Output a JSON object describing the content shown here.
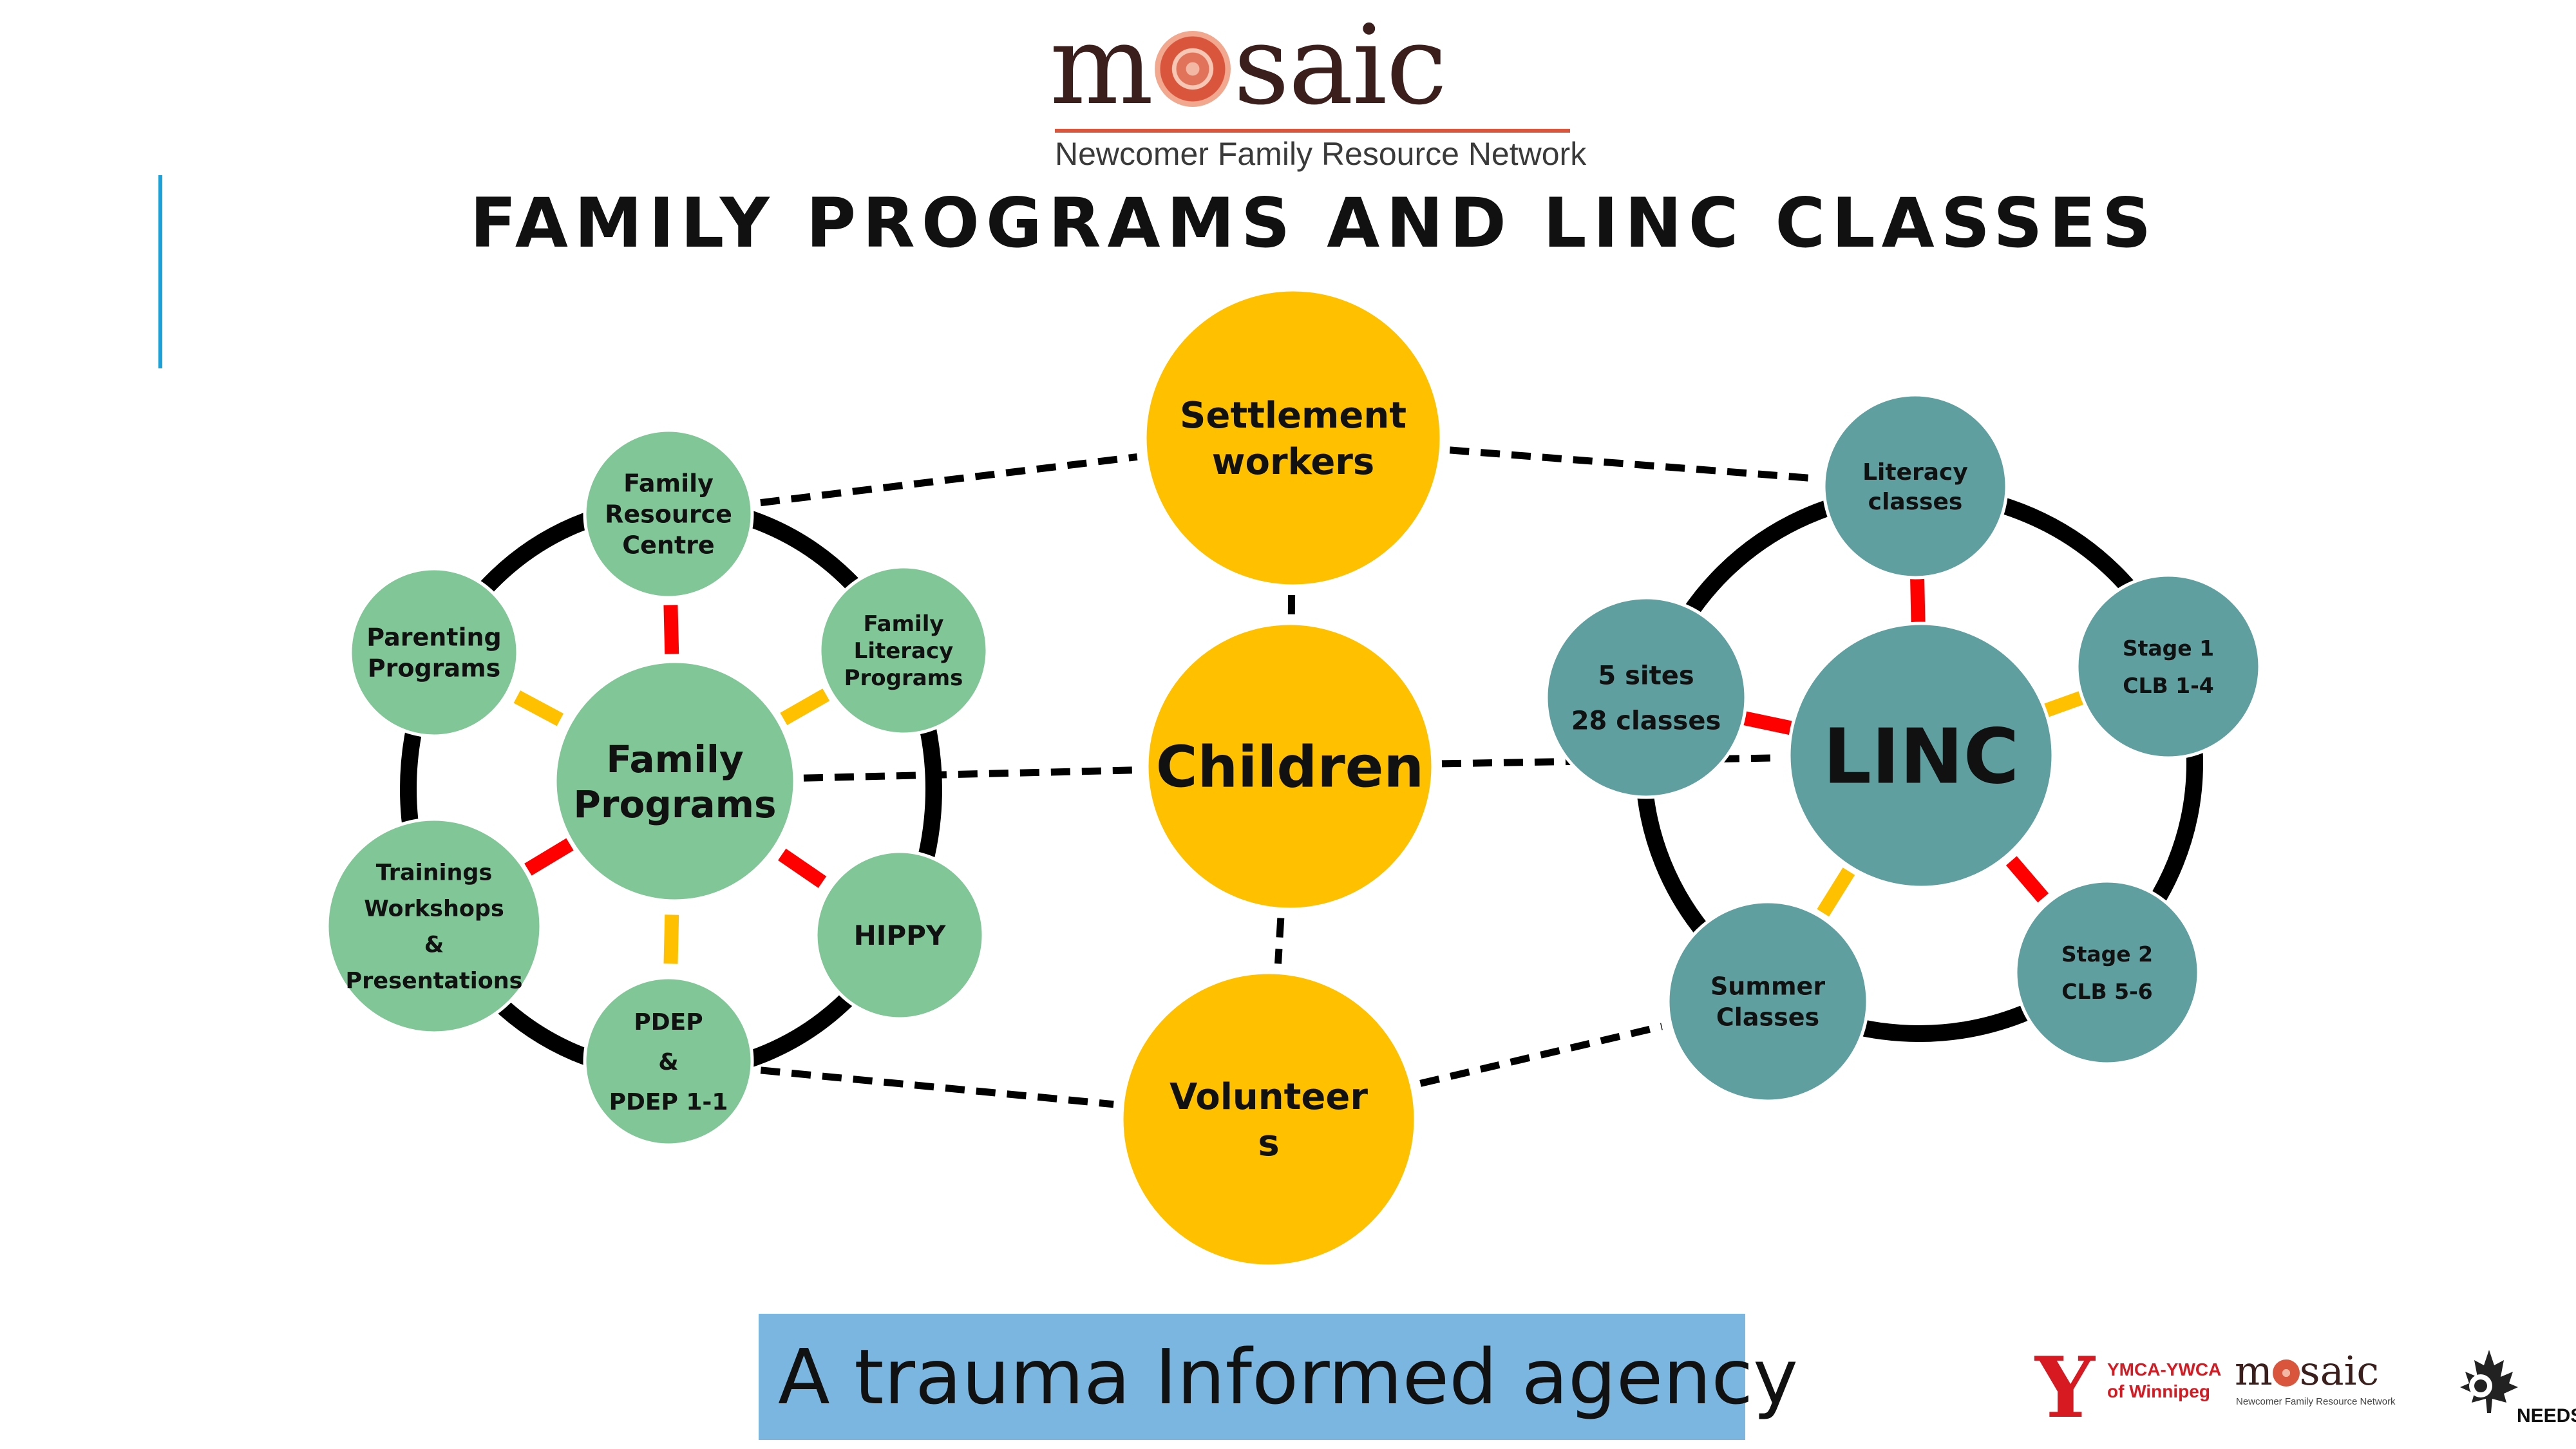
{
  "logo": {
    "wordmark_pre": "m",
    "wordmark_post": "saic",
    "subtitle": "Newcomer Family Resource Network"
  },
  "title": "FAMILY PROGRAMS AND LINC CLASSES",
  "colors": {
    "green": "#80c696",
    "teal": "#5f9f9f",
    "gold": "#ffc000",
    "red": "#ff0000",
    "yellow": "#ffc000",
    "accent": "#1ba1d8",
    "banner": "#7ab6e0",
    "brand": "#d9553c"
  },
  "diagram": {
    "nodes": [
      {
        "id": "family-programs",
        "lines": [
          "Family",
          "Programs"
        ],
        "color": "green",
        "size": "large"
      },
      {
        "id": "family-resource-centre",
        "lines": [
          "Family",
          "Resource",
          "Centre"
        ],
        "color": "green",
        "size": "small"
      },
      {
        "id": "family-literacy-programs",
        "lines": [
          "Family",
          "Literacy",
          "Programs"
        ],
        "color": "green",
        "size": "small"
      },
      {
        "id": "hippy",
        "lines": [
          "HIPPY"
        ],
        "color": "green",
        "size": "small"
      },
      {
        "id": "pdep",
        "lines": [
          "PDEP",
          "&",
          "PDEP 1-1"
        ],
        "color": "green",
        "size": "small"
      },
      {
        "id": "trainings",
        "lines": [
          "Trainings",
          "Workshops",
          "&",
          "Presentations"
        ],
        "color": "green",
        "size": "small"
      },
      {
        "id": "parenting-programs",
        "lines": [
          "Parenting",
          "Programs"
        ],
        "color": "green",
        "size": "small"
      },
      {
        "id": "settlement-workers",
        "lines": [
          "Settlement",
          "workers"
        ],
        "color": "gold",
        "size": "medium"
      },
      {
        "id": "children",
        "lines": [
          "Children"
        ],
        "color": "gold",
        "size": "medium"
      },
      {
        "id": "volunteers",
        "lines": [
          "Volunteer",
          "s"
        ],
        "color": "gold",
        "size": "medium"
      },
      {
        "id": "linc",
        "lines": [
          "LINC"
        ],
        "color": "teal",
        "size": "large"
      },
      {
        "id": "literacy-classes",
        "lines": [
          "Literacy",
          "classes"
        ],
        "color": "teal",
        "size": "small"
      },
      {
        "id": "stage-1",
        "lines": [
          "Stage 1",
          "CLB 1-4"
        ],
        "color": "teal",
        "size": "small"
      },
      {
        "id": "stage-2",
        "lines": [
          "Stage 2",
          "CLB 5-6"
        ],
        "color": "teal",
        "size": "small"
      },
      {
        "id": "summer-classes",
        "lines": [
          "Summer",
          "Classes"
        ],
        "color": "teal",
        "size": "small"
      },
      {
        "id": "5-sites",
        "lines": [
          "5 sites",
          "28 classes"
        ],
        "color": "teal",
        "size": "small"
      }
    ],
    "edges": [
      {
        "from": "family-programs",
        "to": "family-resource-centre",
        "style": "red"
      },
      {
        "from": "family-programs",
        "to": "family-literacy-programs",
        "style": "yellow"
      },
      {
        "from": "family-programs",
        "to": "hippy",
        "style": "red"
      },
      {
        "from": "family-programs",
        "to": "pdep",
        "style": "yellow"
      },
      {
        "from": "family-programs",
        "to": "trainings",
        "style": "red"
      },
      {
        "from": "family-programs",
        "to": "parenting-programs",
        "style": "yellow"
      },
      {
        "from": "linc",
        "to": "literacy-classes",
        "style": "red"
      },
      {
        "from": "linc",
        "to": "stage-1",
        "style": "yellow"
      },
      {
        "from": "linc",
        "to": "stage-2",
        "style": "red"
      },
      {
        "from": "linc",
        "to": "summer-classes",
        "style": "yellow"
      },
      {
        "from": "linc",
        "to": "5-sites",
        "style": "red"
      },
      {
        "from": "family-programs",
        "to": "children",
        "style": "dashed"
      },
      {
        "from": "children",
        "to": "linc",
        "style": "dashed"
      },
      {
        "from": "settlement-workers",
        "to": "children",
        "style": "dashed"
      },
      {
        "from": "children",
        "to": "volunteers",
        "style": "dashed"
      },
      {
        "from": "family-resource-centre",
        "to": "settlement-workers",
        "style": "dashed"
      },
      {
        "from": "settlement-workers",
        "to": "literacy-classes",
        "style": "dashed"
      },
      {
        "from": "pdep",
        "to": "volunteers",
        "style": "dashed"
      },
      {
        "from": "volunteers",
        "to": "summer-classes",
        "style": "dashed"
      }
    ]
  },
  "banner": {
    "text": "A trauma Informed agency"
  },
  "partners": {
    "ymca_mark": "Y",
    "ymca_text": [
      "YMCA-YWCA",
      "of Winnipeg"
    ],
    "mosaic_pre": "m",
    "mosaic_post": "saic",
    "mosaic_sub": "Newcomer Family Resource Network",
    "needs": "NEEDS"
  }
}
